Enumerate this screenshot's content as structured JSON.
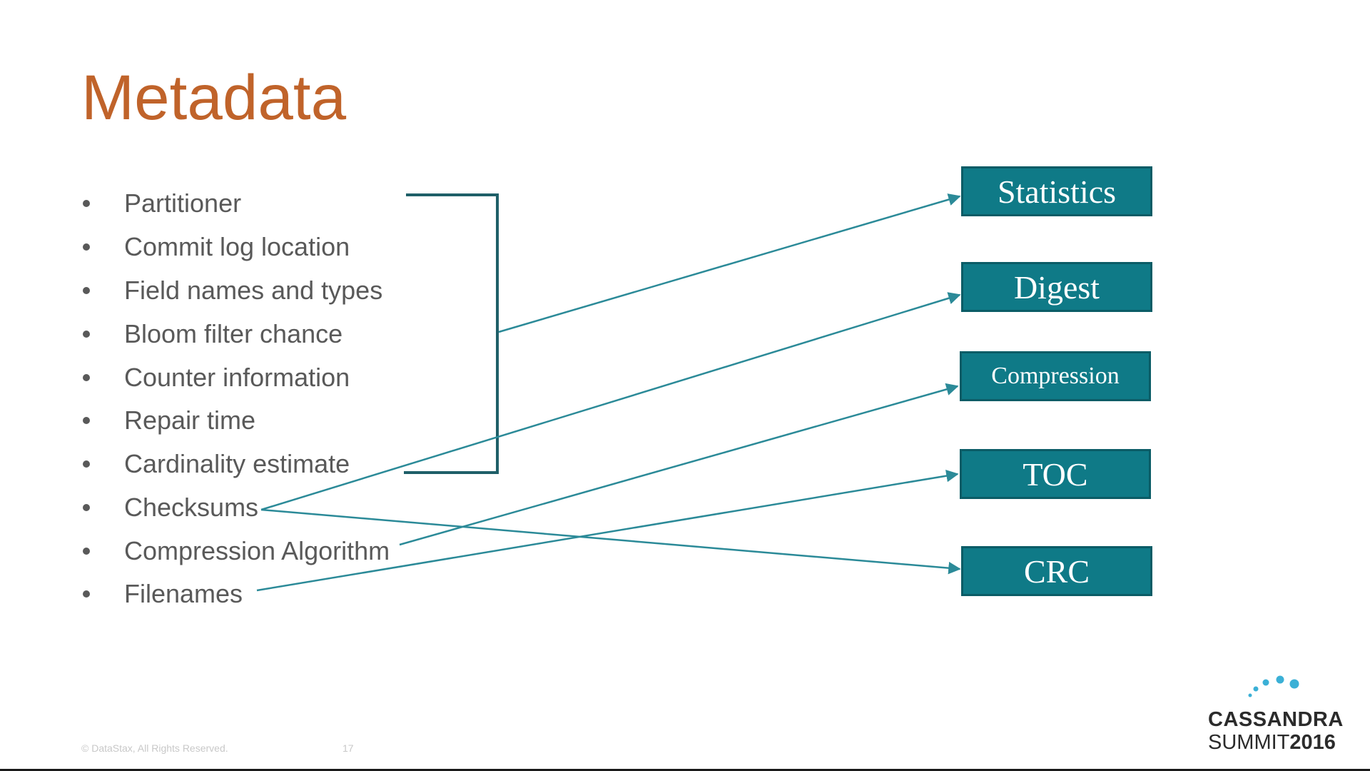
{
  "slide": {
    "title": "Metadata",
    "bullets": [
      "Partitioner",
      "Commit log location",
      "Field names and types",
      "Bloom filter chance",
      "Counter information",
      "Repair time",
      "Cardinality estimate",
      "Checksums",
      "Compression Algorithm",
      "Filenames"
    ],
    "components": [
      "Statistics",
      "Digest",
      "Compression",
      "TOC",
      "CRC"
    ],
    "mappings": [
      {
        "from": "Partitioner … Cardinality estimate",
        "to": "Statistics"
      },
      {
        "from": "Checksums",
        "to": "Digest"
      },
      {
        "from": "Checksums",
        "to": "CRC"
      },
      {
        "from": "Compression Algorithm",
        "to": "Compression"
      },
      {
        "from": "Filenames",
        "to": "TOC"
      }
    ],
    "footer": {
      "copyright": "© DataStax, All Rights Reserved.",
      "page_number": "17"
    },
    "logo": {
      "line1": "CASSANDRA",
      "line2_word": "SUMMIT",
      "line2_year": "2016"
    }
  },
  "colors": {
    "title": "#c0632a",
    "bullet_text": "#595959",
    "box_fill": "#0f7a87",
    "box_border": "#0b5c66",
    "connector": "#2b8a98",
    "bracket": "#1f5f68",
    "logo_dots": "#3bb0d6"
  },
  "icons": [
    "bullet-dot-icon",
    "arrow-head-icon",
    "cassandra-dots-icon"
  ]
}
